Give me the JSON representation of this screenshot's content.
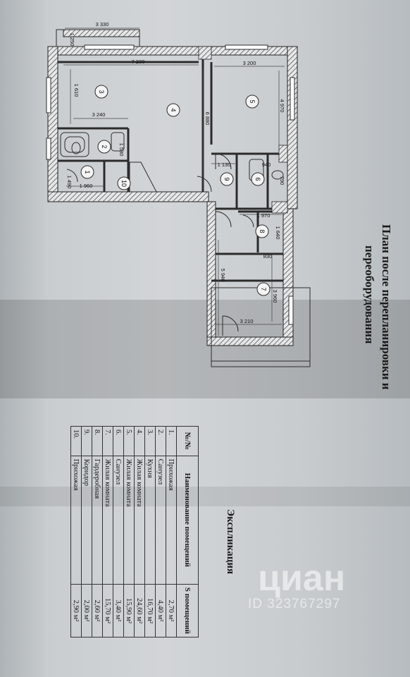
{
  "title": {
    "line1": "План после перепланировки и",
    "line2": "переоборудования"
  },
  "explication": {
    "heading": "Экспликация",
    "columns": [
      "№/№",
      "Наименование помещений",
      "S помещений"
    ],
    "rows": [
      {
        "num": "1.",
        "name": "Прихожая",
        "area": "2,70 м²"
      },
      {
        "num": "2.",
        "name": "Санузел",
        "area": "4,40 м²"
      },
      {
        "num": "3.",
        "name": "Кухня",
        "area": "16,70 м²"
      },
      {
        "num": "4.",
        "name": "Жилая комната",
        "area": "24,60 м²"
      },
      {
        "num": "5.",
        "name": "Жилая комната",
        "area": "15,90 м²"
      },
      {
        "num": "6.",
        "name": "Санузел",
        "area": "3,40 м²"
      },
      {
        "num": "7.",
        "name": "Жилая комната",
        "area": "15,70 м²"
      },
      {
        "num": "8.",
        "name": "Гардеробная",
        "area": "2,60 м²"
      },
      {
        "num": "9.",
        "name": "Коридор",
        "area": "2,00 м²"
      },
      {
        "num": "10.",
        "name": "Прихожая",
        "area": "2,90 м²"
      }
    ]
  },
  "plan": {
    "room_numbers": [
      "1",
      "2",
      "3",
      "4",
      "5",
      "6",
      "7",
      "8",
      "9",
      "10"
    ],
    "dimensions": [
      "3 330",
      "1 250",
      "7 230",
      "3 200",
      "1 610",
      "3 240",
      "6 880",
      "4 970",
      "1 530",
      "1 960",
      "1 130",
      "940",
      "790",
      "1 970",
      "1 640",
      "830",
      "5 940",
      "3 960",
      "3 210",
      "1 490"
    ]
  },
  "watermark": {
    "logo": "циан",
    "id": "ID 323767297"
  },
  "colors": {
    "line": "#2b2b2b",
    "hatch": "#555555",
    "paper": "#cfd2d4"
  }
}
